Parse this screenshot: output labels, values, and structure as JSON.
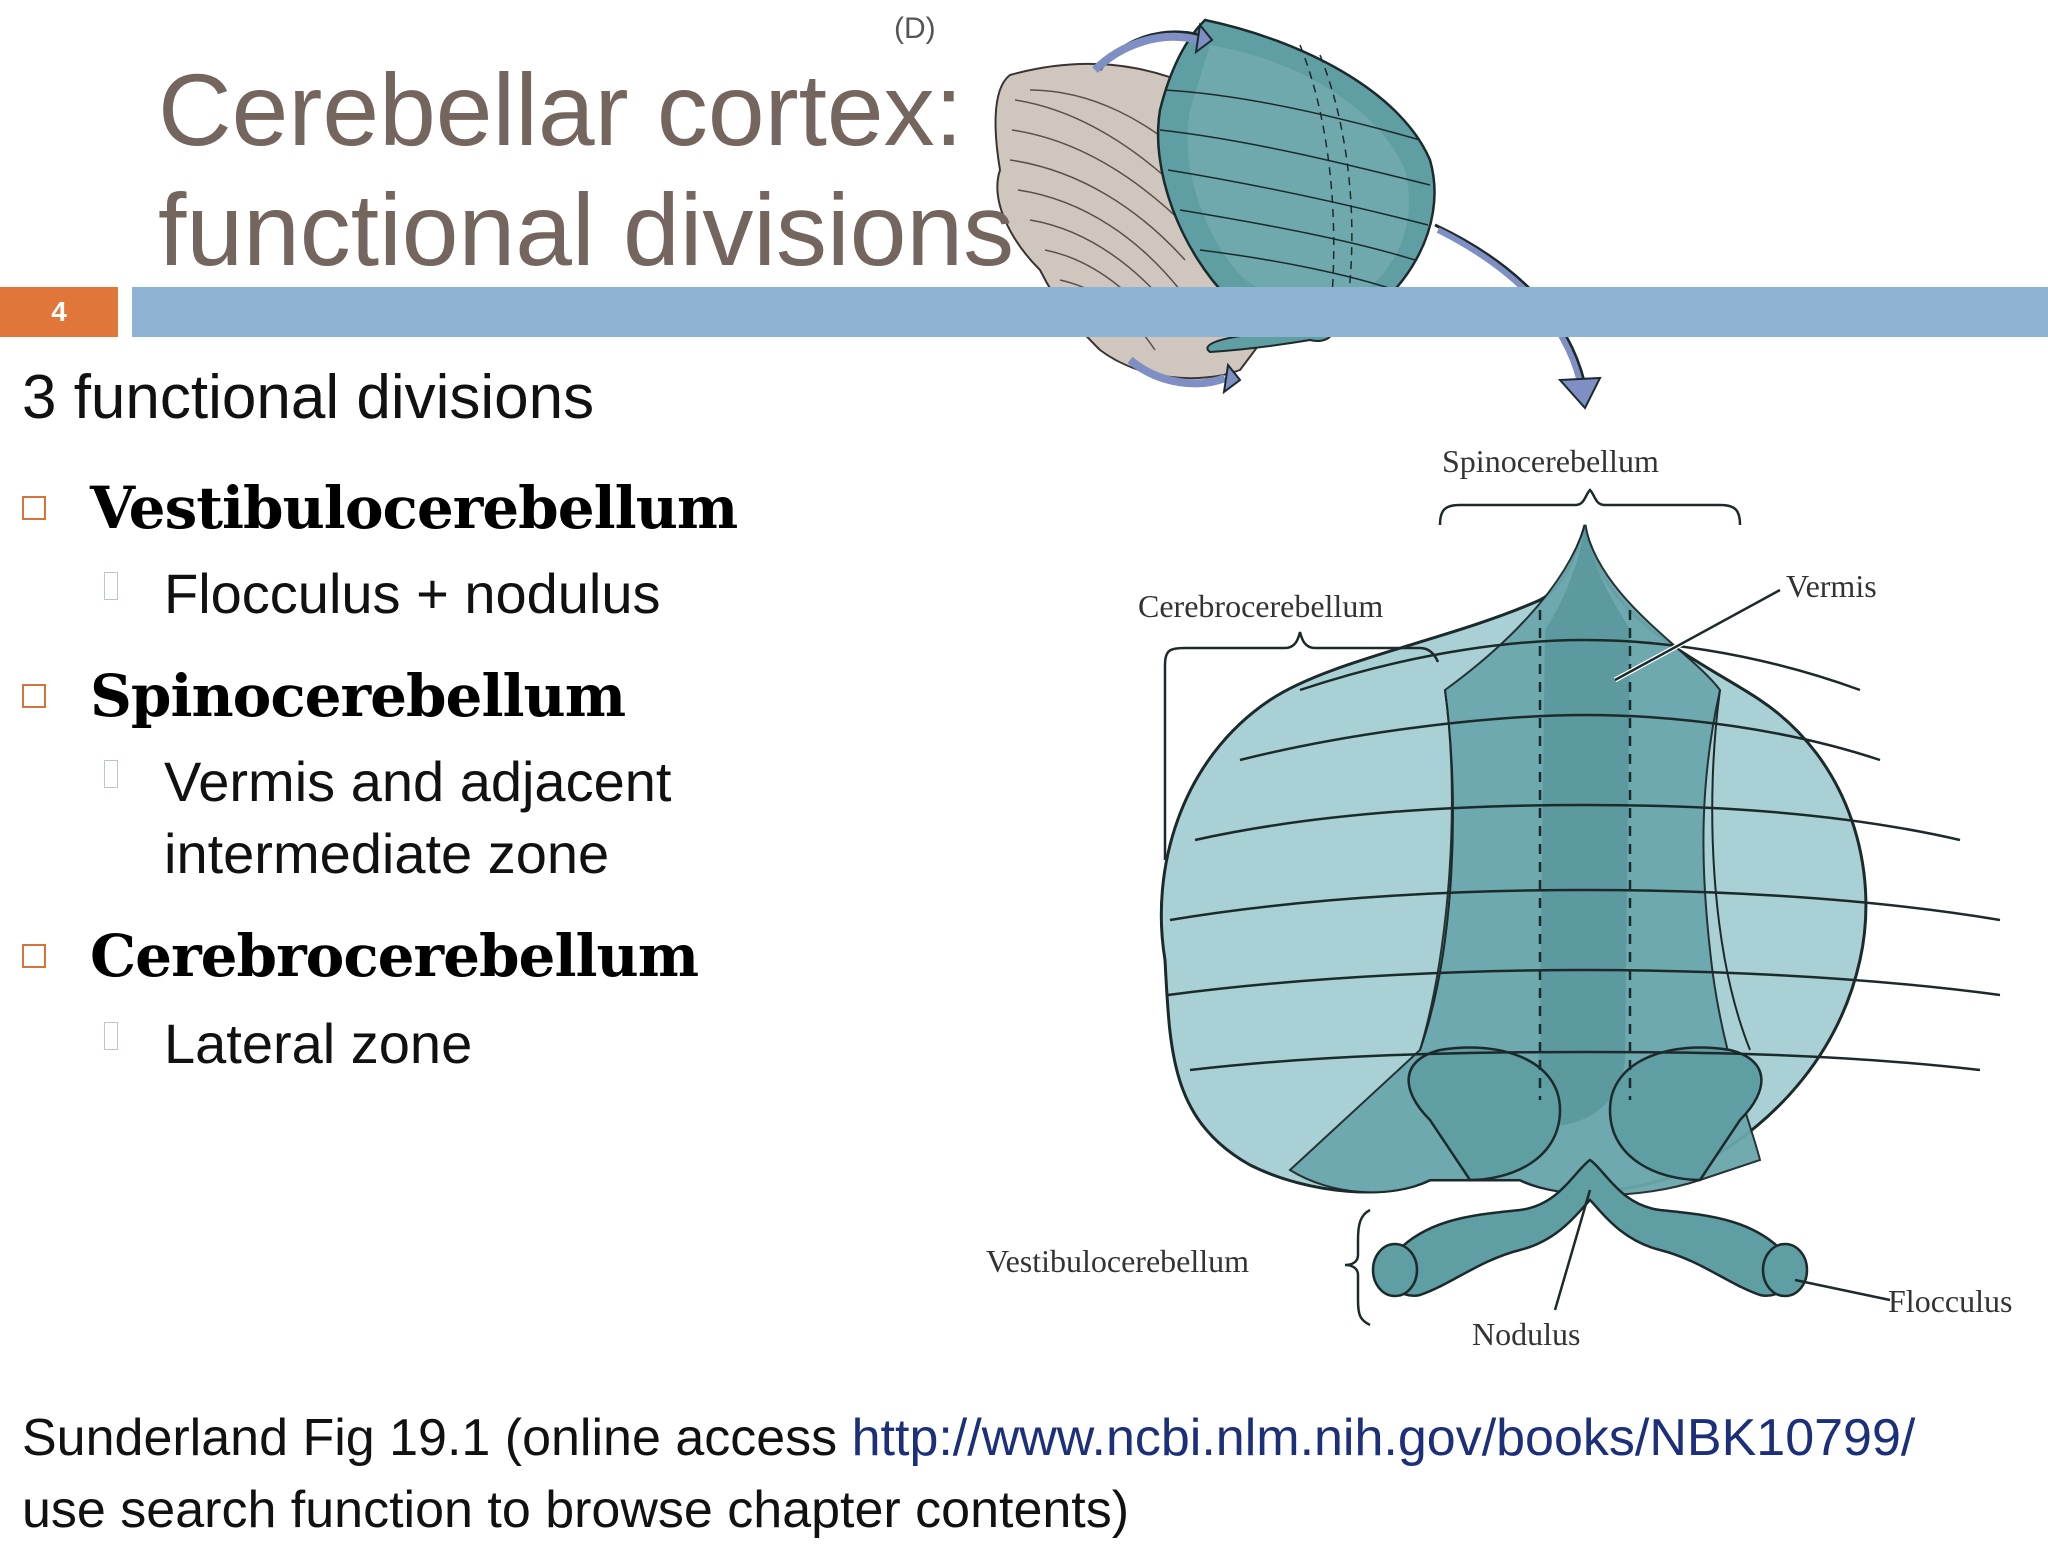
{
  "slide": {
    "title_line1": "Cerebellar cortex:",
    "title_line2": "functional divisions",
    "slide_number": "4",
    "figure_letter": "(D)",
    "intro": "3 functional divisions",
    "bullets": [
      {
        "label": "Vestibulocerebellum",
        "sub": "Flocculus + nodulus"
      },
      {
        "label": "Spinocerebellum",
        "sub": "Vermis and adjacent intermediate zone"
      },
      {
        "label": "Cerebrocerebellum",
        "sub": "Lateral zone"
      }
    ],
    "caption_prefix": "Sunderland Fig 19.1 (online access ",
    "caption_link": "http://www.ncbi.nlm.nih.gov/books/NBK10799/",
    "caption_suffix": "use search function to browse chapter contents)"
  },
  "diagram": {
    "labels": {
      "spinocerebellum": "Spinocerebellum",
      "cerebrocerebellum": "Cerebrocerebellum",
      "vermis": "Vermis",
      "vestibulocerebellum": "Vestibulocerebellum",
      "nodulus": "Nodulus",
      "flocculus": "Flocculus"
    },
    "colors": {
      "lateral": "#a9d0d4",
      "medial": "#5f9ea3",
      "vermis": "#4f8e95",
      "outline": "#1d2a2c",
      "arrow": "#7f8fc4",
      "title_text": "#74665e",
      "slide_number_bg": "#e0763a",
      "title_bar": "#8fb3d3",
      "link": "#1c2f7a"
    }
  }
}
